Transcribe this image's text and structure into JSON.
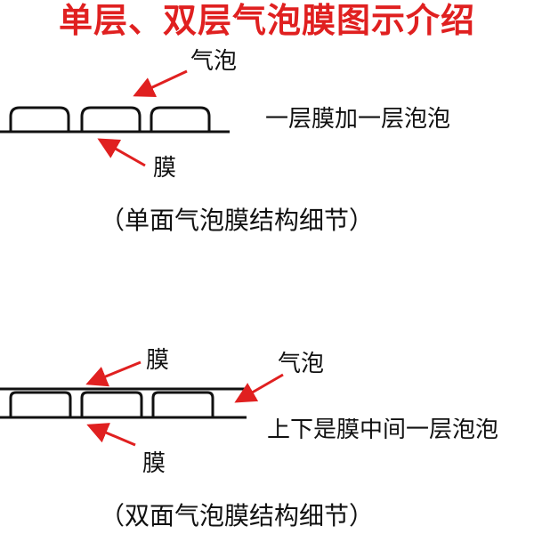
{
  "title": "单层、双层气泡膜图示介绍",
  "single": {
    "bubble_label": "气泡",
    "film_label": "膜",
    "description": "一层膜加一层泡泡",
    "caption": "（单面气泡膜结构细节）"
  },
  "double": {
    "top_film_label": "膜",
    "bubble_label": "气泡",
    "bottom_film_label": "膜",
    "description": "上下是膜中间一层泡泡",
    "caption": "（双面气泡膜结构细节）"
  },
  "colors": {
    "title": "#e02020",
    "arrow": "#e02020",
    "line": "#111111"
  }
}
